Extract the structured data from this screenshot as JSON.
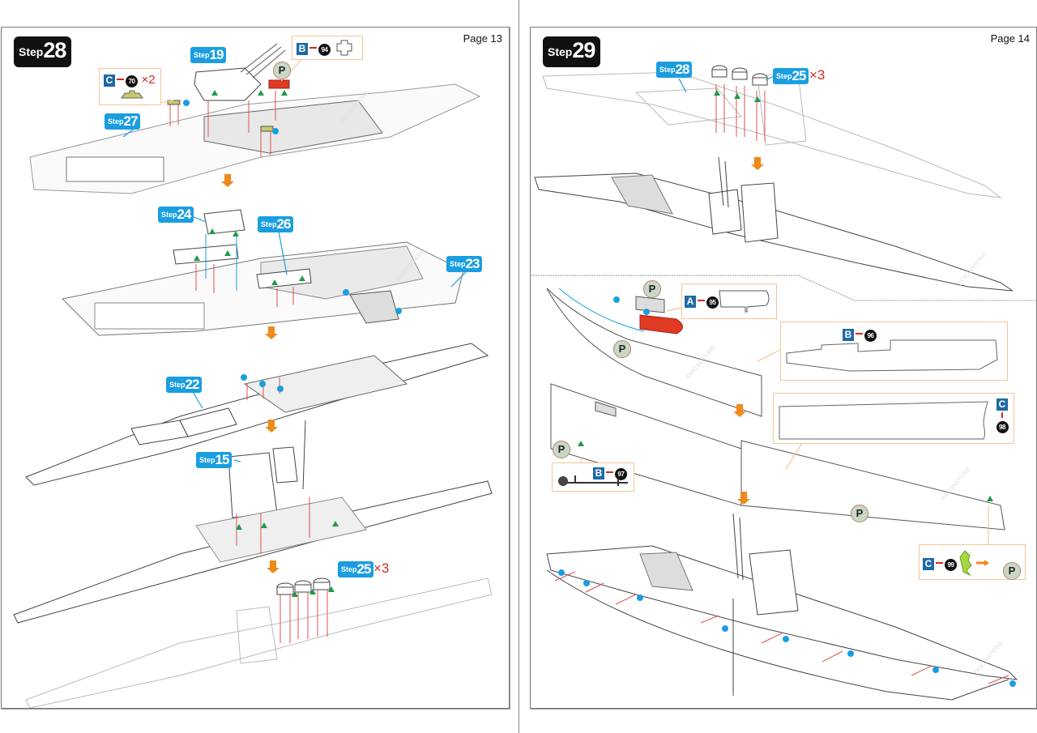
{
  "left_page": {
    "page_label": "Page 13",
    "step": {
      "word": "Step",
      "number": "28"
    },
    "step_refs": [
      {
        "word": "Step",
        "number": "19"
      },
      {
        "word": "Step",
        "number": "27"
      },
      {
        "word": "Step",
        "number": "24"
      },
      {
        "word": "Step",
        "number": "26"
      },
      {
        "word": "Step",
        "number": "23"
      },
      {
        "word": "Step",
        "number": "22"
      },
      {
        "word": "Step",
        "number": "15"
      },
      {
        "word": "Step",
        "number": "25",
        "multiplier": "×3"
      }
    ],
    "callouts": [
      {
        "sheet": "C",
        "part": "70",
        "multiplier": "×2"
      },
      {
        "sheet": "B",
        "part": "94"
      }
    ],
    "badges": [
      "P"
    ]
  },
  "right_page": {
    "page_label": "Page 14",
    "step": {
      "word": "Step",
      "number": "29"
    },
    "step_refs": [
      {
        "word": "Step",
        "number": "28"
      },
      {
        "word": "Step",
        "number": "25",
        "multiplier": "×3"
      }
    ],
    "callouts": [
      {
        "sheet": "A",
        "part": "95"
      },
      {
        "sheet": "B",
        "part": "96"
      },
      {
        "sheet": "B",
        "part": "97"
      },
      {
        "sheet": "C",
        "part": "98"
      },
      {
        "sheet": "C",
        "part": "99"
      }
    ],
    "badges": [
      "P",
      "P",
      "P",
      "P",
      "P"
    ]
  },
  "watermark": "FASCINATIONS",
  "colors": {
    "step_badge": "#111111",
    "step_ref": "#1a9ee0",
    "multiplier": "#d42b24",
    "callout_border": "#f2c79a",
    "sheet_label": "#1f6aa5",
    "arrow": "#ee8a1c",
    "tab_triangle": "#1f9a4a",
    "dot": "#1a9ee0",
    "highlight_part": "#e03a23"
  }
}
